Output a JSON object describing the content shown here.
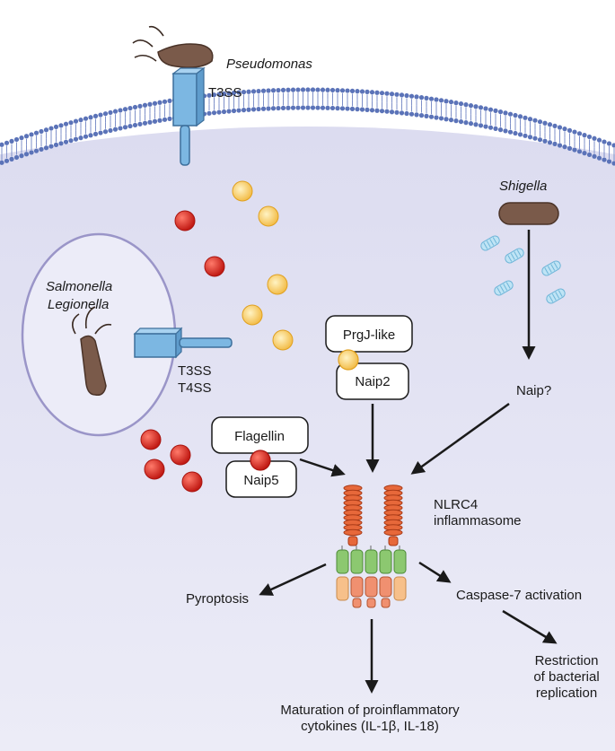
{
  "colors": {
    "cell_fill": "#e3e3f3",
    "membrane": "#5b73b8",
    "vacuole_stroke": "#9a95c8",
    "flagellin_red": "#d8261f",
    "prgj_yellow": "#f5cf60",
    "bacterium_brown": "#7a5a4a",
    "secretion_blue": "#7cb7e2",
    "nlrc4_orange": "#e7683a",
    "domain_green": "#8cc870",
    "domain_peach": "#f7c08a",
    "arrow": "#1a1a1a"
  },
  "labels": {
    "pseudomonas": "Pseudomonas",
    "t3ss_top": "T3SS",
    "shigella": "Shigella",
    "salmonella": "Salmonella",
    "legionella": "Legionella",
    "t3ss_vac": "T3SS",
    "t4ss_vac": "T4SS",
    "prgj_like": "PrgJ-like",
    "naip2": "Naip2",
    "flagellin": "Flagellin",
    "naip5": "Naip5",
    "naip_q": "Naip?",
    "nlrc4": "NLRC4",
    "inflammasome": "inflammasome",
    "pyroptosis": "Pyroptosis",
    "caspase7": "Caspase-7 activation",
    "restriction_1": "Restriction",
    "restriction_2": "of bacterial",
    "restriction_3": "replication",
    "maturation_1": "Maturation of proinflammatory",
    "maturation_2": "cytokines (IL-1β, IL-18)"
  }
}
